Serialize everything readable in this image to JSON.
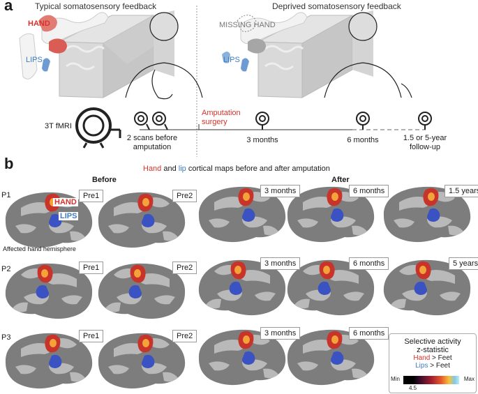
{
  "panel_a": {
    "letter": "a",
    "left_title": "Typical somatosensory feedback",
    "right_title": "Deprived somatosensory feedback",
    "hand_label": "HAND",
    "lips_label_left": "LIPS",
    "missing_hand_label": "MISSING HAND",
    "lips_label_right": "LIPS",
    "scanner_label": "3T fMRI",
    "amputation_label_line1": "Amputation",
    "amputation_label_line2": "surgery",
    "timeline": [
      {
        "line1": "2 scans before",
        "line2": "amputation"
      },
      {
        "line1": "3 months",
        "line2": ""
      },
      {
        "line1": "6 months",
        "line2": ""
      },
      {
        "line1": "1.5 or 5-year",
        "line2": "follow-up"
      }
    ]
  },
  "panel_b": {
    "letter": "b",
    "title_hand": "Hand",
    "title_and": " and ",
    "title_lip": "lip",
    "title_rest": " cortical maps before and after amputation",
    "before_label": "Before",
    "after_label": "After",
    "hemisphere_note": "Affected hand hemisphere",
    "hand_tag": "HAND",
    "lips_tag": "LIPS",
    "rows": [
      {
        "label": "P1",
        "before": [
          "Pre1",
          "Pre2"
        ],
        "after": [
          "3 months",
          "6 months",
          "1.5 years"
        ]
      },
      {
        "label": "P2",
        "before": [
          "Pre1",
          "Pre2"
        ],
        "after": [
          "3 months",
          "6 months",
          "5 years"
        ]
      },
      {
        "label": "P3",
        "before": [
          "Pre1",
          "Pre2"
        ],
        "after": [
          "3 months",
          "6 months"
        ]
      }
    ]
  },
  "legend": {
    "title1": "Selective activity",
    "title2": "z-statistic",
    "hand_word": "Hand",
    "hand_rest": " > Feet",
    "lips_word": "Lips",
    "lips_rest": " > Feet",
    "min": "Min",
    "max": "Max",
    "threshold": "4.5"
  },
  "colors": {
    "hand": "#d8322b",
    "lips": "#3d7cc4",
    "brain_dark": "#7d7d7d",
    "brain_light": "#b9b9b9"
  }
}
